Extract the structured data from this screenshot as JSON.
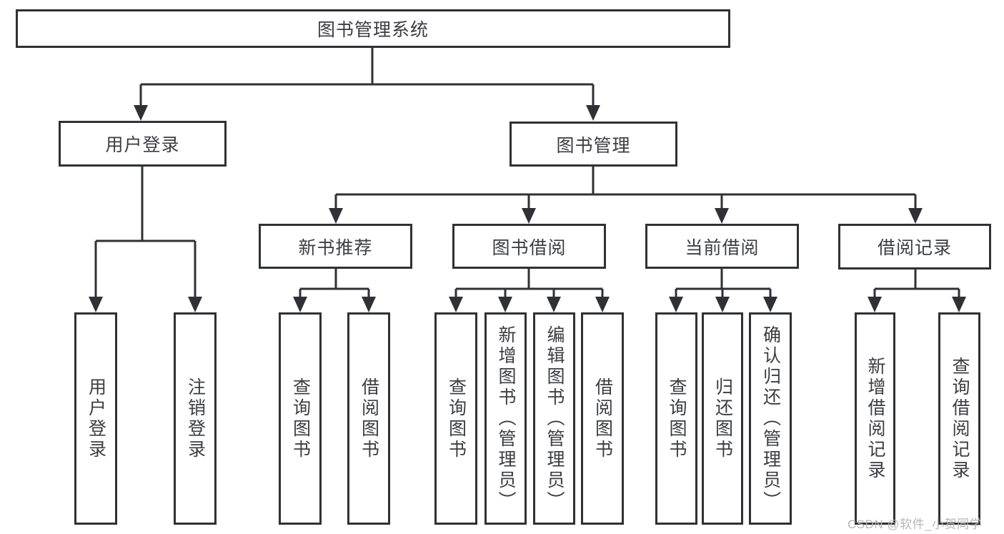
{
  "diagram": {
    "tree": {
      "label": "图书管理系统",
      "children": [
        {
          "label": "用户登录",
          "children": [
            {
              "label": "用户登录"
            },
            {
              "label": "注销登录"
            }
          ]
        },
        {
          "label": "图书管理",
          "children": [
            {
              "label": "新书推荐",
              "children": [
                {
                  "label": "查询图书"
                },
                {
                  "label": "借阅图书"
                }
              ]
            },
            {
              "label": "图书借阅",
              "children": [
                {
                  "label": "查询图书"
                },
                {
                  "label": "新增图书（管理员）"
                },
                {
                  "label": "编辑图书（管理员）"
                },
                {
                  "label": "借阅图书"
                }
              ]
            },
            {
              "label": "当前借阅",
              "children": [
                {
                  "label": "查询图书"
                },
                {
                  "label": "归还图书"
                },
                {
                  "label": "确认归还（管理员）"
                }
              ]
            },
            {
              "label": "借阅记录",
              "children": [
                {
                  "label": "新增借阅记录"
                },
                {
                  "label": "查询借阅记录"
                }
              ]
            }
          ]
        }
      ]
    },
    "watermark": {
      "text": "CSDN @软件_小贺同学",
      "color": "#b6b6b6"
    },
    "colors": {
      "line": "#2f3136",
      "text": "#3a3d42",
      "background": "#ffffff"
    }
  }
}
